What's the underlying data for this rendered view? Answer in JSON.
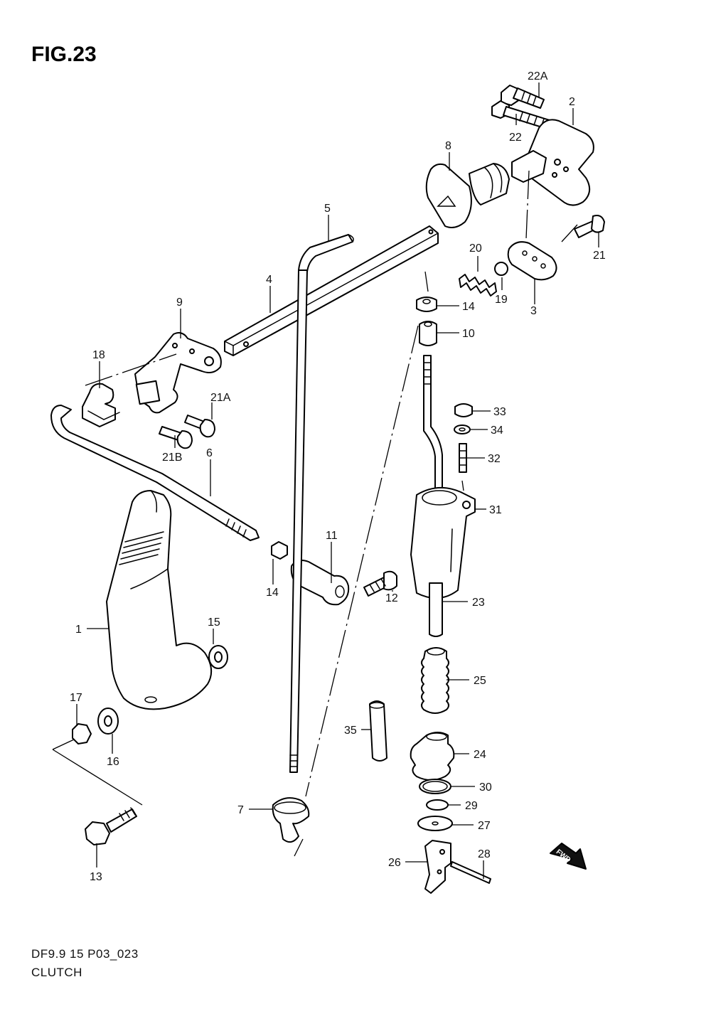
{
  "figure": {
    "title": "FIG.23",
    "code": "DF9.9 15 P03_023",
    "name": "CLUTCH",
    "fwd_label": "FWD"
  },
  "callouts": [
    {
      "id": "22A",
      "text": "22A"
    },
    {
      "id": "22",
      "text": "22"
    },
    {
      "id": "2",
      "text": "2"
    },
    {
      "id": "8",
      "text": "8"
    },
    {
      "id": "5",
      "text": "5"
    },
    {
      "id": "21",
      "text": "21"
    },
    {
      "id": "20",
      "text": "20"
    },
    {
      "id": "19",
      "text": "19"
    },
    {
      "id": "3",
      "text": "3"
    },
    {
      "id": "4",
      "text": "4"
    },
    {
      "id": "14a",
      "text": "14"
    },
    {
      "id": "10",
      "text": "10"
    },
    {
      "id": "9",
      "text": "9"
    },
    {
      "id": "18",
      "text": "18"
    },
    {
      "id": "21A",
      "text": "21A"
    },
    {
      "id": "21B",
      "text": "21B"
    },
    {
      "id": "6",
      "text": "6"
    },
    {
      "id": "33",
      "text": "33"
    },
    {
      "id": "34",
      "text": "34"
    },
    {
      "id": "32",
      "text": "32"
    },
    {
      "id": "31",
      "text": "31"
    },
    {
      "id": "11",
      "text": "11"
    },
    {
      "id": "14b",
      "text": "14"
    },
    {
      "id": "12",
      "text": "12"
    },
    {
      "id": "23",
      "text": "23"
    },
    {
      "id": "1",
      "text": "1"
    },
    {
      "id": "15",
      "text": "15"
    },
    {
      "id": "25",
      "text": "25"
    },
    {
      "id": "17",
      "text": "17"
    },
    {
      "id": "16",
      "text": "16"
    },
    {
      "id": "35",
      "text": "35"
    },
    {
      "id": "24",
      "text": "24"
    },
    {
      "id": "30",
      "text": "30"
    },
    {
      "id": "29",
      "text": "29"
    },
    {
      "id": "27",
      "text": "27"
    },
    {
      "id": "7",
      "text": "7"
    },
    {
      "id": "28",
      "text": "28"
    },
    {
      "id": "26",
      "text": "26"
    },
    {
      "id": "13",
      "text": "13"
    }
  ]
}
